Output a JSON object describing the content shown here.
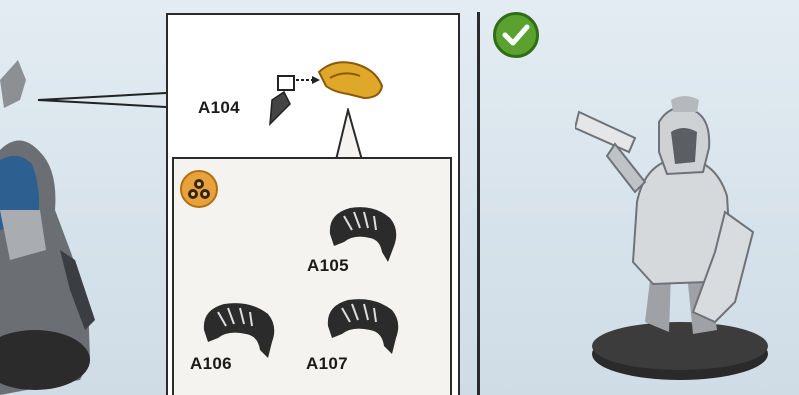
{
  "parts": {
    "main_label": "A104",
    "option_1": "A105",
    "option_2": "A106",
    "option_3": "A107"
  },
  "icons": {
    "optional_icon": "optional-parts-icon",
    "check_icon": "checkmark-icon"
  },
  "colors": {
    "background": "#dbe6ee",
    "highlight_part": "#e0a82a",
    "check_green": "#5aa12f",
    "optional_orange": "#e8a23c"
  }
}
